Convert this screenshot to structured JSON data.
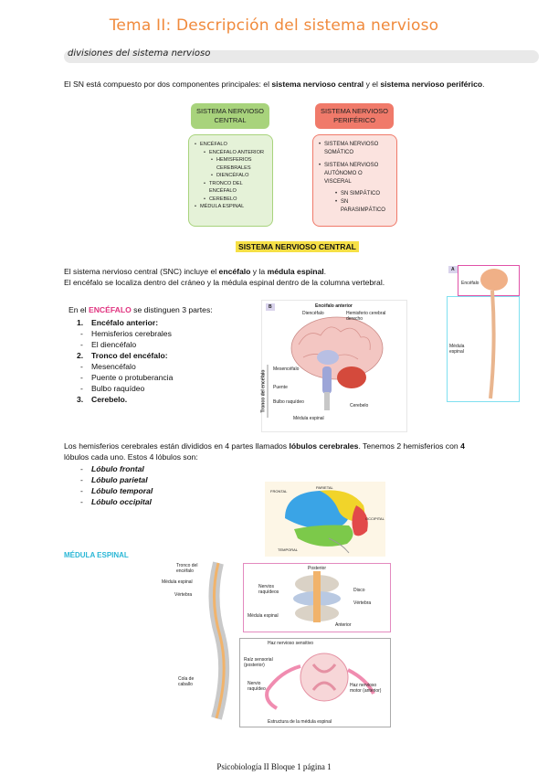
{
  "title": "Tema II: Descripción del sistema nervioso",
  "subtitle": "divisiones del sistema nervioso",
  "intro": {
    "p1": "El SN está compuesto por dos componentes principales: el ",
    "b1": "sistema nervioso central",
    "p2": " y el ",
    "b2": "sistema nervioso periférico",
    "p3": "."
  },
  "diagram": {
    "central_title": "SISTEMA NERVIOSO CENTRAL",
    "peripheral_title": "SISTEMA NERVIOSO PERIFÉRICO",
    "central_items": [
      "ENCÉFALO",
      "ENCÉFALO ANTERIOR",
      "HEMISFERIOS CEREBRALES",
      "DIENCÉFALO",
      "TRONCO DEL ENCÉFALO",
      "CEREBELO",
      "MÉDULA ESPINAL"
    ],
    "peripheral_items": [
      "SISTEMA NERVIOSO SOMÁTICO",
      "SISTEMA NERVIOSO AUTÓNOMO O VISCERAL",
      "SN SIMPÁTICO",
      "SN PARASIMPÁTICO"
    ],
    "central_color": "#a8d37c",
    "peripheral_color": "#f07a6a"
  },
  "snc_heading": "SISTEMA NERVIOSO CENTRAL",
  "snc_text": {
    "a": "El sistema nervioso central (SNC) incluye el ",
    "b": "encéfalo",
    "c": " y la ",
    "d": "médula espinal",
    "e": ".",
    "line2": "El encéfalo se localiza dentro del cráneo y la médula espinal dentro de la columna vertebral."
  },
  "encefalo": {
    "pre": "En el ",
    "word": "ENCÉFALO",
    "post": " se distinguen 3 partes:",
    "parts": [
      "Encéfalo anterior:",
      "Tronco del encéfalo:",
      "Cerebelo."
    ],
    "sub1": [
      "Hemisferios cerebrales",
      "El diencéfalo"
    ],
    "sub2": [
      "Mesencéfalo",
      "Puente o protuberancia",
      "Bulbo raquídeo"
    ]
  },
  "brain_fig": {
    "tag": "B",
    "labels": [
      "Encéfalo anterior",
      "Diencéfalo",
      "Hemisferio cerebral derecho",
      "Mesencéfalo",
      "Puente",
      "Bulbo raquídeo",
      "Cerebelo",
      "Médula espinal",
      "Tronco del encéfalo"
    ]
  },
  "body_fig": {
    "tag": "A",
    "labels": [
      "Encéfalo",
      "Médula espinal"
    ]
  },
  "lobes": {
    "line1a": "Los hemisferios cerebrales están divididos en 4 partes llamados ",
    "line1b": "lóbulos cerebrales",
    "line1c": ". Tenemos 2 hemisferios con ",
    "line1d": "4",
    "line2": "lóbulos cada uno. Estos 4 lóbulos son:",
    "items": [
      "Lóbulo frontal",
      "Lóbulo parietal",
      "Lóbulo temporal",
      "Lóbulo occipital"
    ],
    "fig_labels": [
      "FRONTAL",
      "PARIETAL",
      "OCCIPITAL",
      "TEMPORAL"
    ]
  },
  "medula_heading": "MÉDULA ESPINAL",
  "spine_fig": {
    "labels": [
      "Tronco del encéfalo",
      "Médula espinal",
      "Vértebra",
      "Cola de caballo"
    ],
    "detail_labels": [
      "Posterior",
      "Nervios raquídeos",
      "Disco",
      "Vértebra",
      "Médula espinal",
      "Anterior"
    ],
    "section_labels": [
      "Haz nervioso sensitivo",
      "Raíz sensorial (posterior)",
      "Nervio raquídeo",
      "Haz nervioso motor (anterior)",
      "Estructura de la médula espinal"
    ]
  },
  "footer": "Psicobiología II Bloque 1 página 1"
}
